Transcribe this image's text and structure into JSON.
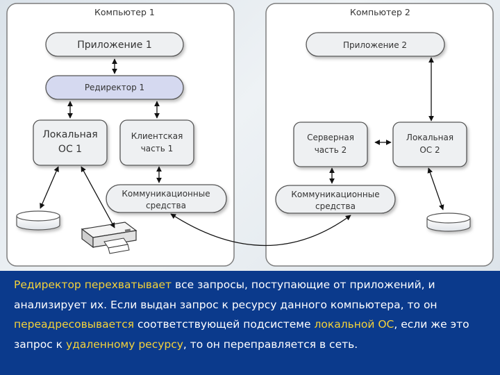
{
  "diagram": {
    "computer1": {
      "title": "Компьютер 1",
      "app": "Приложение 1",
      "redirector": "Редиректор 1",
      "local_os_line1": "Локальная",
      "local_os_line2": "ОС 1",
      "client_line1": "Клиентская",
      "client_line2": "часть 1",
      "comm_line1": "Коммуникационные",
      "comm_line2": "средства"
    },
    "computer2": {
      "title": "Компьютер 2",
      "app": "Приложение 2",
      "server_line1": "Серверная",
      "server_line2": "часть 2",
      "local_os_line1": "Локальная",
      "local_os_line2": "ОС 2",
      "comm_line1": "Коммуникационные",
      "comm_line2": "средства"
    }
  },
  "caption": {
    "s1": "Редиректор перехватывает",
    "s2": " все запросы, поступающие от приложений, и анализирует их. Если выдан запрос к ресурсу данного компьютера, то он ",
    "s3": "переадресовывается",
    "s4": " соответствующей подсистеме ",
    "s5": "локальной ОС",
    "s6": ", если же это запрос к ",
    "s7": "удаленному ресурсу",
    "s8": ", то он переправляется в сеть."
  },
  "colors": {
    "caption_bg": "#0b3a8c",
    "caption_text": "#ffffff",
    "highlight": "#f4d23a",
    "redirector_fill": "#d5d9f0"
  }
}
